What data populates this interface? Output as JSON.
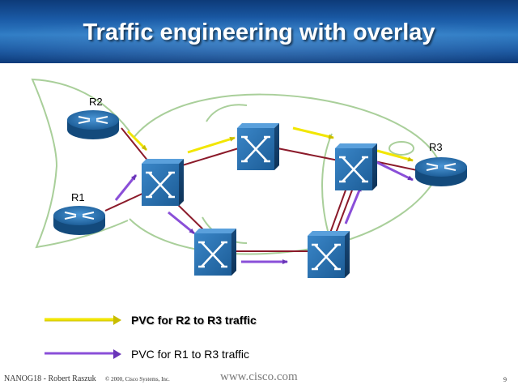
{
  "title": "Traffic engineering with overlay",
  "routers": {
    "r1": "R1",
    "r2": "R2",
    "r3": "R3"
  },
  "legend": {
    "r2_r3": "PVC for R2 to R3 traffic",
    "r1_r3": "PVC for R1 to R3 traffic"
  },
  "footer": {
    "left": "NANOG18 - Robert Raszuk",
    "copyright": "© 2000, Cisco Systems, Inc.",
    "site": "www.cisco.com",
    "page": "9"
  },
  "colors": {
    "title_bar": "#1a5aa6",
    "link": "#8b1a2a",
    "pvc_r2_r3": "#f2e600",
    "pvc_r1_r3": "#8a4fd8",
    "fish_outline": "#a9cf9a",
    "device_blue": "#1c5c96"
  }
}
